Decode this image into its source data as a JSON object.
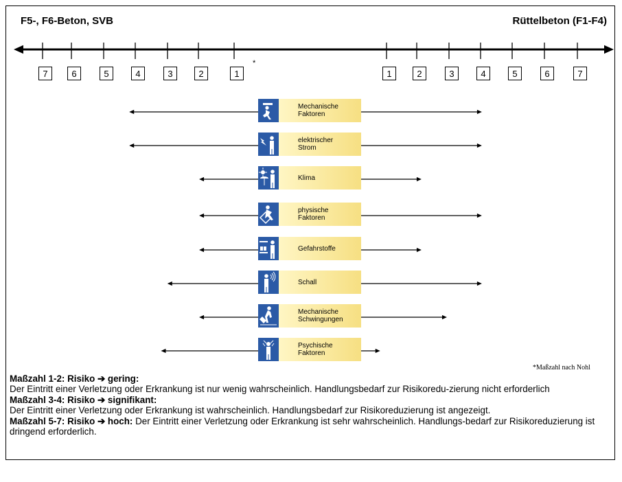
{
  "header": {
    "left": "F5-, F6-Beton, SVB",
    "right": "Rüttelbeton (F1-F4)"
  },
  "scale": {
    "left_boxes": [
      "7",
      "6",
      "5",
      "4",
      "3",
      "2",
      "1"
    ],
    "right_boxes": [
      "1",
      "2",
      "3",
      "4",
      "5",
      "6",
      "7"
    ],
    "center_mark": "*"
  },
  "factors": [
    {
      "line1": "Mechanische",
      "line2": "Faktoren",
      "icon": "falling-person-icon",
      "left_value": 4.3,
      "right_value": 4.0
    },
    {
      "line1": "elektrischer",
      "line2": "Strom",
      "icon": "lightning-person-icon",
      "left_value": 4.3,
      "right_value": 4.0
    },
    {
      "line1": "Klima",
      "line2": "",
      "icon": "sun-person-icon",
      "left_value": 2.1,
      "right_value": 2.1
    },
    {
      "line1": "physische",
      "line2": "Faktoren",
      "icon": "lifting-person-icon",
      "left_value": 2.1,
      "right_value": 4.0
    },
    {
      "line1": "Gefahrstoffe",
      "line2": "",
      "icon": "chemical-person-icon",
      "left_value": 2.1,
      "right_value": 2.1
    },
    {
      "line1": "Schall",
      "line2": "",
      "icon": "noise-person-icon",
      "left_value": 3.1,
      "right_value": 4.0
    },
    {
      "line1": "Mechanische",
      "line2": "Schwingungen",
      "icon": "vibration-person-icon",
      "left_value": 2.1,
      "right_value": 2.9
    },
    {
      "line1": "Psychische",
      "line2": "Faktoren",
      "icon": "stress-person-icon",
      "left_value": 3.3,
      "right_value": 0.8
    }
  ],
  "footnote": "*Maßzahl nach Nohl",
  "legend": {
    "l1_head": "Maßzahl 1-2: Risiko ➔ gering:",
    "l1_body": "Der Eintritt einer Verletzung oder Erkrankung ist nur wenig wahrscheinlich. Handlungsbedarf zur Risikoredu-zierung nicht erforderlich",
    "l2_head": "Maßzahl 3-4: Risiko ➔ signifikant:",
    "l2_body": "Der Eintritt einer Verletzung oder Erkrankung ist wahrscheinlich. Handlungsbedarf zur Risikoreduzierung ist angezeigt.",
    "l3_head": "Maßzahl 5-7: Risiko ➔ hoch:",
    "l3_body": " Der Eintritt einer Verletzung oder Erkrankung ist sehr wahrscheinlich. Handlungs-bedarf zur Risikoreduzierung ist dringend erforderlich."
  },
  "colors": {
    "icon_bg": "#2b5aa6",
    "label_bg_light": "#fff6c4",
    "label_bg_dark": "#f6df82"
  }
}
